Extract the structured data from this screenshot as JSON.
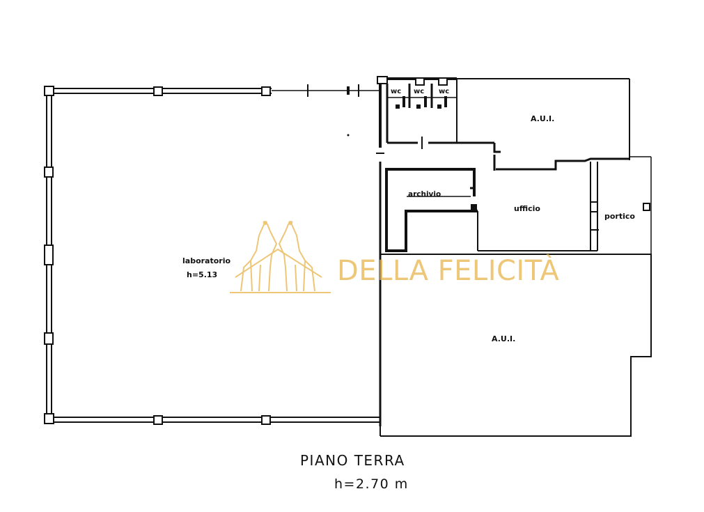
{
  "plan": {
    "title": "PIANO TERRA",
    "height_label": "h=2.70 m",
    "rooms": {
      "laboratorio": "laboratorio",
      "laboratorio_height": "h=5.13",
      "aui_top": "A.U.I.",
      "aui_bottom": "A.U.I.",
      "wc_1": "wc",
      "wc_2": "wc",
      "wc_3": "wc",
      "archivio": "archivio",
      "ufficio": "ufficio",
      "portico": "portico"
    }
  },
  "watermark": {
    "text": "DELLA FELICITÀ",
    "color": "#e8b44a"
  }
}
